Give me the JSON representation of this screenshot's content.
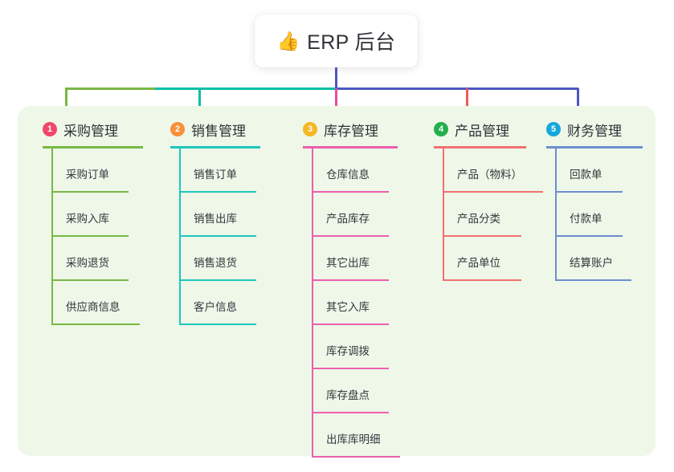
{
  "root": {
    "icon": "thumbs-up-icon",
    "icon_glyph": "👍",
    "title": "ERP 后台"
  },
  "diagram_data": {
    "type": "mindmap",
    "orientation": "top-down",
    "panel_background": "#eef7e8",
    "root_label": "👍 ERP 后台",
    "branch_count": 5
  },
  "columns": [
    {
      "index": "1",
      "badge_color": "#f0476b",
      "accent": "#78b843",
      "title": "采购管理",
      "items": [
        {
          "label": "采购订单",
          "width": 96
        },
        {
          "label": "采购入库",
          "width": 96
        },
        {
          "label": "采购退货",
          "width": 96
        },
        {
          "label": "供应商信息",
          "width": 110
        }
      ]
    },
    {
      "index": "2",
      "badge_color": "#f79038",
      "accent": "#1fc6bb",
      "title": "销售管理",
      "items": [
        {
          "label": "销售订单",
          "width": 96
        },
        {
          "label": "销售出库",
          "width": 96
        },
        {
          "label": "销售退货",
          "width": 96
        },
        {
          "label": "客户信息",
          "width": 96
        }
      ]
    },
    {
      "index": "3",
      "badge_color": "#f5b724",
      "accent": "#ec5fad",
      "title": "库存管理",
      "items": [
        {
          "label": "仓库信息",
          "width": 96
        },
        {
          "label": "产品库存",
          "width": 96
        },
        {
          "label": "其它出库",
          "width": 96
        },
        {
          "label": "其它入库",
          "width": 96
        },
        {
          "label": "库存调拨",
          "width": 96
        },
        {
          "label": "库存盘点",
          "width": 96
        },
        {
          "label": "出库库明细",
          "width": 110
        }
      ]
    },
    {
      "index": "4",
      "badge_color": "#22b04b",
      "accent": "#f4706f",
      "title": "产品管理",
      "items": [
        {
          "label": "产品（物料）",
          "width": 125
        },
        {
          "label": "产品分类",
          "width": 98
        },
        {
          "label": "产品单位",
          "width": 98
        }
      ]
    },
    {
      "index": "5",
      "badge_color": "#13a8dd",
      "accent": "#6d8ed0",
      "title": "财务管理",
      "items": [
        {
          "label": "回款单",
          "width": 84
        },
        {
          "label": "付款单",
          "width": 84
        },
        {
          "label": "结算账户",
          "width": 95
        }
      ]
    }
  ]
}
